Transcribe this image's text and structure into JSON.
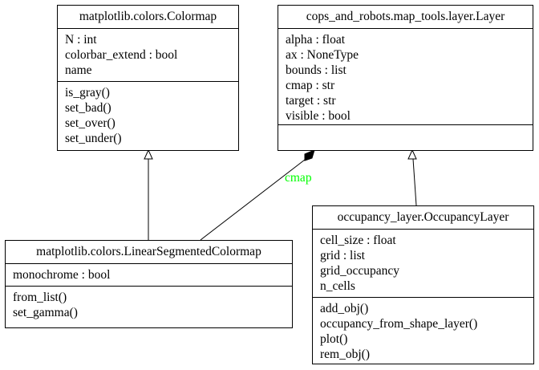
{
  "classes": {
    "colormap": {
      "name": "matplotlib.colors.Colormap",
      "attributes": [
        "N : int",
        "colorbar_extend : bool",
        "name"
      ],
      "methods": [
        "is_gray()",
        "set_bad()",
        "set_over()",
        "set_under()"
      ]
    },
    "layer": {
      "name": "cops_and_robots.map_tools.layer.Layer",
      "attributes": [
        "alpha : float",
        "ax : NoneType",
        "bounds : list",
        "cmap : str",
        "target : str",
        "visible : bool"
      ],
      "methods": []
    },
    "linear": {
      "name": "matplotlib.colors.LinearSegmentedColormap",
      "attributes": [
        "monochrome : bool"
      ],
      "methods": [
        "from_list()",
        "set_gamma()"
      ]
    },
    "occupancy": {
      "name": "occupancy_layer.OccupancyLayer",
      "attributes": [
        "cell_size : float",
        "grid : list",
        "grid_occupancy",
        "n_cells"
      ],
      "methods": [
        "add_obj()",
        "occupancy_from_shape_layer()",
        "plot()",
        "rem_obj()"
      ]
    }
  },
  "association": {
    "label": "cmap",
    "color": "#00ff00"
  }
}
